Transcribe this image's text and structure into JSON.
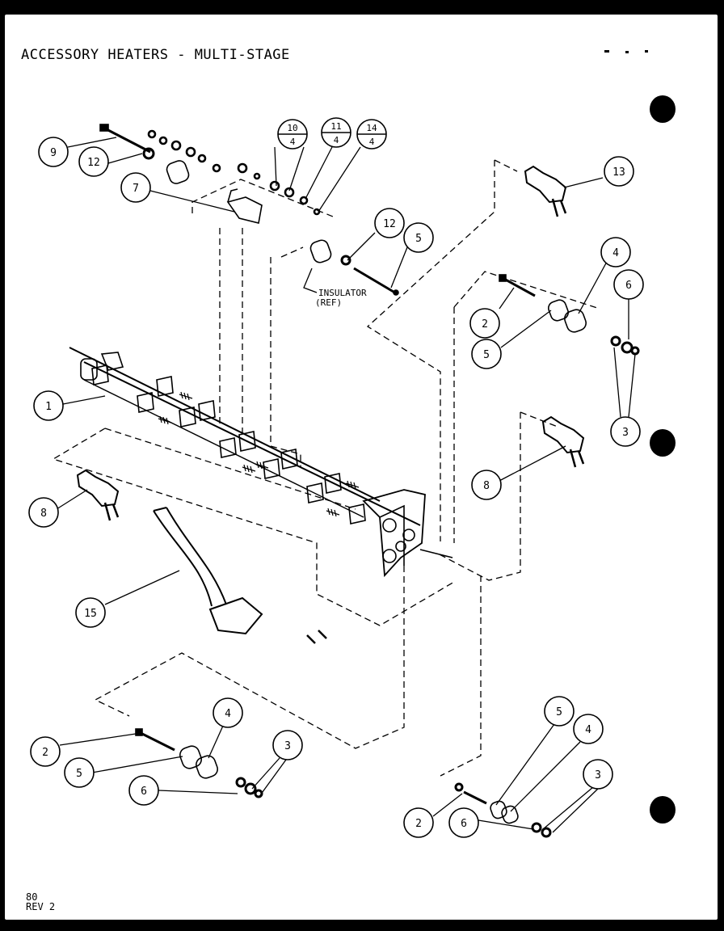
{
  "title": "ACCESSORY HEATERS - MULTI-STAGE",
  "footer": {
    "line1": "80",
    "line2": "REV 2"
  },
  "callouts": {
    "c1": "1",
    "c2a": "2",
    "c2b": "2",
    "c2c": "2",
    "c3a": "3",
    "c3b": "3",
    "c3c": "3",
    "c4a": "4",
    "c4b": "4",
    "c4c": "4",
    "c5a": "5",
    "c5b": "5",
    "c5c": "5",
    "c5d": "5",
    "c6a": "6",
    "c6b": "6",
    "c6c": "6",
    "c7": "7",
    "c8a": "8",
    "c8b": "8",
    "c9": "9",
    "c12a": "12",
    "c12b": "12",
    "c13": "13",
    "c15": "15"
  },
  "fraction_callouts": {
    "f1": {
      "top": "10",
      "bottom": "4"
    },
    "f2": {
      "top": "11",
      "bottom": "4"
    },
    "f3": {
      "top": "14",
      "bottom": "4"
    }
  },
  "labels": {
    "insulator_line1": "INSULATOR",
    "insulator_line2": "(REF)"
  },
  "colors": {
    "background": "#000000",
    "sheet": "#ffffff",
    "ink": "#000000"
  }
}
